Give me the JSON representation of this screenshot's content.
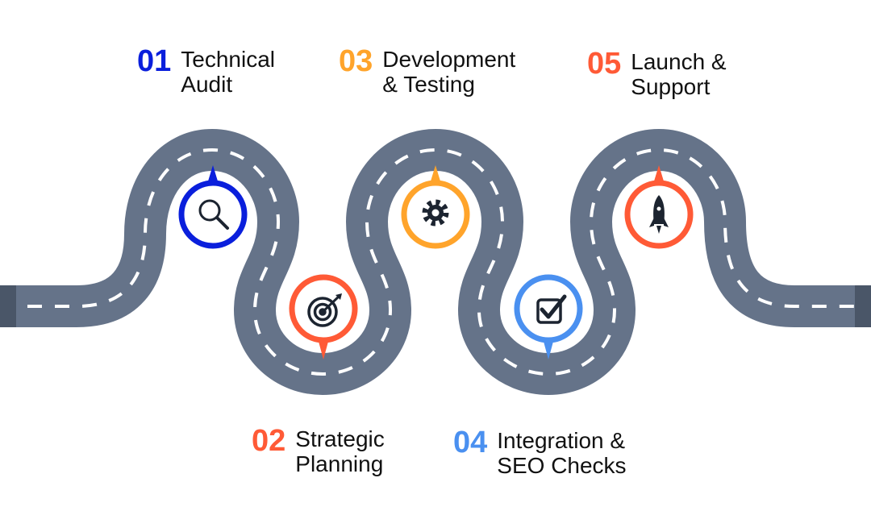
{
  "colors": {
    "road": "#657389",
    "road_end": "#4a5668",
    "blue": "#0a1fdc",
    "red": "#ff5a36",
    "orange": "#ffa42b",
    "lightblue": "#4a90f0"
  },
  "steps": [
    {
      "number": "01",
      "title": "Technical\nAudit",
      "icon": "magnifier-icon",
      "color": "#0a1fdc"
    },
    {
      "number": "02",
      "title": "Strategic\nPlanning",
      "icon": "target-icon",
      "color": "#ff5a36"
    },
    {
      "number": "03",
      "title": "Development\n& Testing",
      "icon": "gear-icon",
      "color": "#ffa42b"
    },
    {
      "number": "04",
      "title": "Integration &\nSEO Checks",
      "icon": "checkbox-icon",
      "color": "#4a90f0"
    },
    {
      "number": "05",
      "title": "Launch &\nSupport",
      "icon": "rocket-icon",
      "color": "#ff5a36"
    }
  ]
}
